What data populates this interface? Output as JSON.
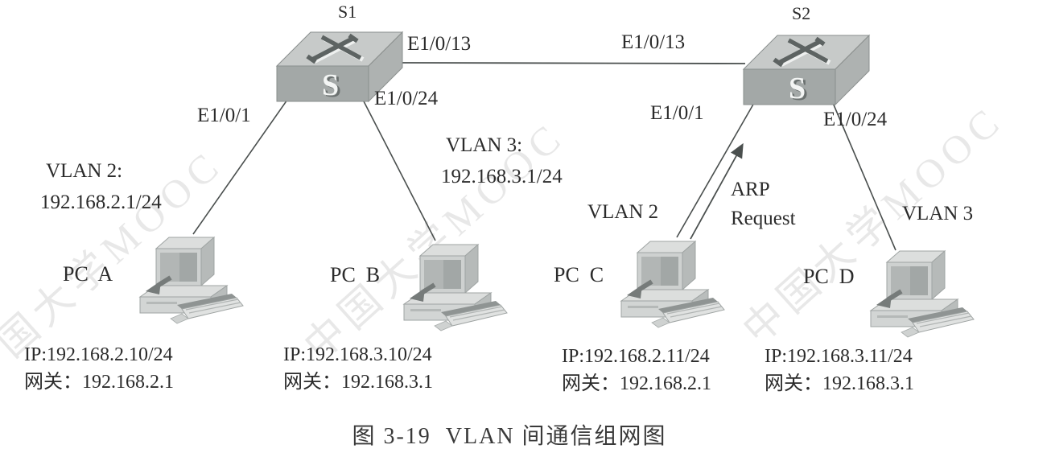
{
  "watermark": {
    "text": "中国大学MOOC"
  },
  "icons": {
    "switch_glyph": "S"
  },
  "switches": {
    "s1": {
      "label": "S1",
      "trunk_port": "E1/0/13",
      "left_port": "E1/0/1",
      "right_port": "E1/0/24"
    },
    "s2": {
      "label": "S2",
      "trunk_port": "E1/0/13",
      "left_port": "E1/0/1",
      "right_port": "E1/0/24"
    }
  },
  "vlans": {
    "vlan2_interface": {
      "line1": "VLAN 2:",
      "line2": "192.168.2.1/24"
    },
    "vlan3_interface": {
      "line1": "VLAN 3:",
      "line2": "192.168.3.1/24"
    },
    "pc_c_vlan": "VLAN 2",
    "pc_d_vlan": "VLAN 3"
  },
  "arp_request": {
    "line1": "ARP",
    "line2": "Request"
  },
  "pcs": {
    "a": {
      "label": "PC  A",
      "ip": "IP:192.168.2.10/24",
      "gateway": "网关：192.168.2.1"
    },
    "b": {
      "label": "PC  B",
      "ip": "IP:192.168.3.10/24",
      "gateway": "网关：192.168.3.1"
    },
    "c": {
      "label": "PC  C",
      "ip": "IP:192.168.2.11/24",
      "gateway": "网关：192.168.2.1"
    },
    "d": {
      "label": "PC  D",
      "ip": "IP:192.168.3.11/24",
      "gateway": "网关：192.168.3.1"
    }
  },
  "caption": "图 3-19  VLAN 间通信组网图"
}
